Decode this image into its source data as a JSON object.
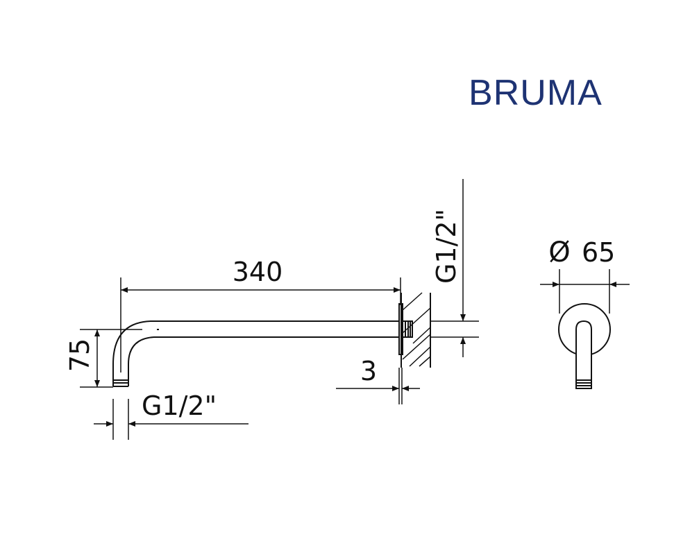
{
  "brand": {
    "name": "BRUMA",
    "color": "#1e3373"
  },
  "side_view": {
    "length_label": "340",
    "drop_label": "75",
    "outlet_thread_label": "G1/2\"",
    "inlet_thread_label": "G1/2\"",
    "plate_thickness_label": "3"
  },
  "front_view": {
    "diameter_symbol": "Ø",
    "diameter_label": "65"
  }
}
